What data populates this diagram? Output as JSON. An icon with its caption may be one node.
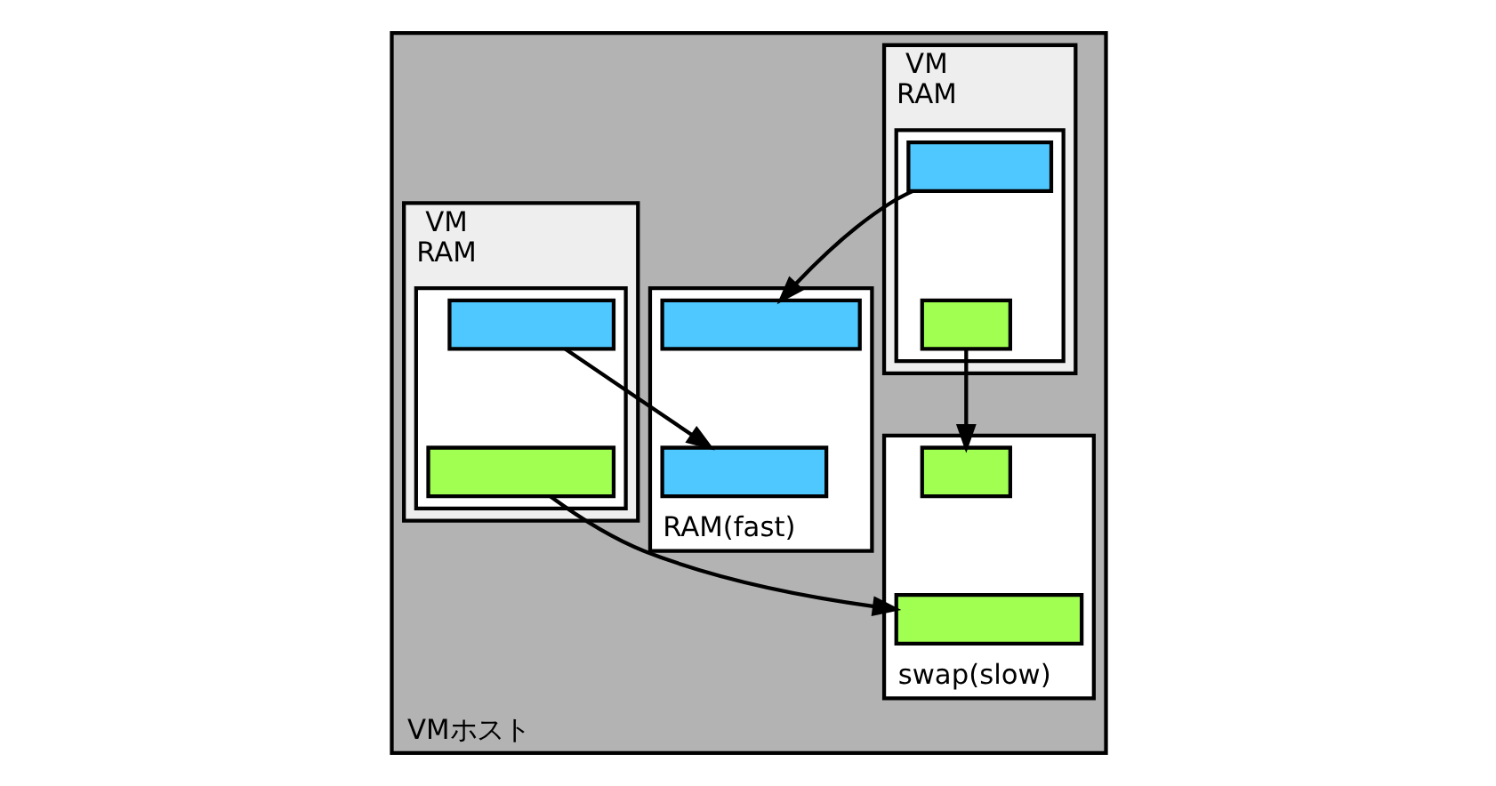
{
  "diagram": {
    "nodes": [
      {
        "text": [
          "VMホスト"
        ]
      },
      {
        "text": [
          "VM",
          "RAM"
        ],
        "in": 0
      },
      {
        "text": [],
        "shape": "box",
        "in": 1
      },
      {
        "text": [],
        "shape": "box",
        "in": 2
      },
      {
        "text": [],
        "shape": "box",
        "in": 2
      },
      {
        "text": [
          "VM",
          "RAM"
        ],
        "in": 0
      },
      {
        "text": [],
        "shape": "box",
        "in": 5
      },
      {
        "text": [],
        "shape": "box",
        "in": 6
      },
      {
        "text": [],
        "shape": "box",
        "in": 6
      },
      {
        "text": [
          "RAM(fast)"
        ],
        "in": 0
      },
      {
        "text": [],
        "shape": "box",
        "in": 9
      },
      {
        "text": [],
        "shape": "box",
        "in": 9
      },
      {
        "text": [
          "swap(slow)"
        ],
        "in": 0
      },
      {
        "text": [],
        "shape": "box",
        "in": 12
      },
      {
        "text": [],
        "shape": "box",
        "in": 12
      }
    ],
    "edges": [
      {
        "from": 3,
        "to": 10,
        "arrow": "to"
      },
      {
        "from": 4,
        "to": 13,
        "arrow": "to"
      },
      {
        "from": 7,
        "to": 11,
        "arrow": "to"
      },
      {
        "from": 8,
        "to": 14,
        "arrow": "to"
      }
    ]
  }
}
